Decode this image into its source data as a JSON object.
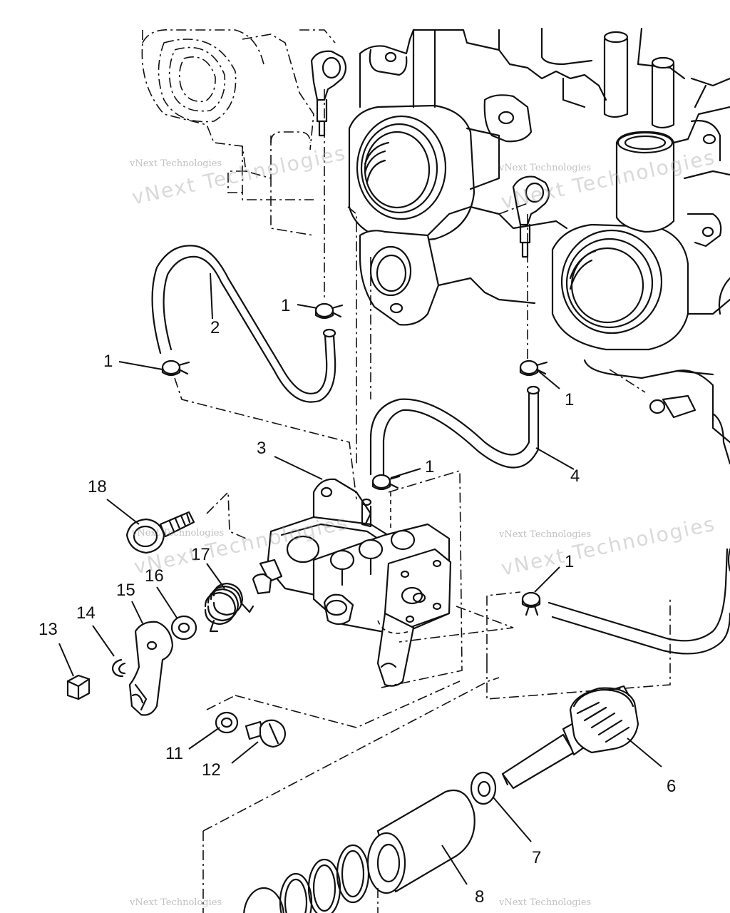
{
  "callouts": [
    "1",
    "2",
    "3",
    "4",
    "6",
    "7",
    "8",
    "11",
    "12",
    "13",
    "14",
    "15",
    "16",
    "17",
    "18"
  ],
  "watermark": {
    "line1": "vNext Technologies",
    "line2": "vNext Technologies"
  }
}
